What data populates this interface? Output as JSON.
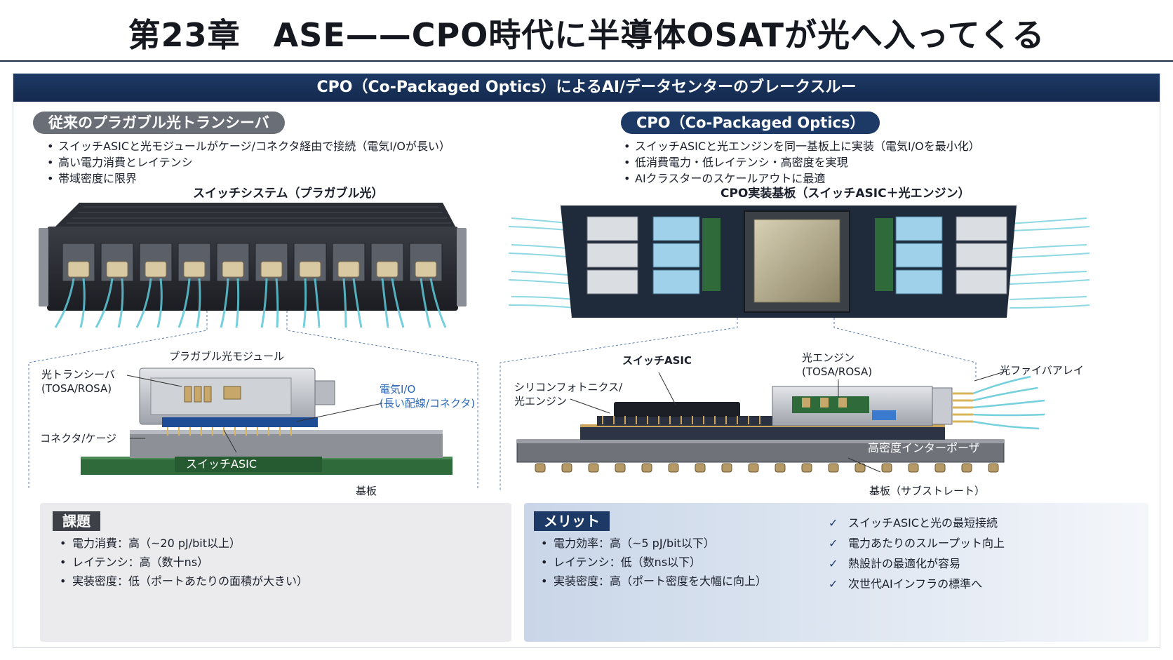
{
  "title": "第23章　ASE——CPO時代に半導体OSATが光へ入ってくる",
  "banner": "CPO（Co-Packaged Optics）によるAI/データセンターのブレークスルー",
  "left": {
    "heading": "従来のプラガブル光トランシーバ",
    "bullets": [
      "スイッチASICと光モジュールがケージ/コネクタ経由で接続（電気I/Oが長い）",
      "高い電力消費とレイテンシ",
      "帯域密度に限界"
    ],
    "system_caption": "スイッチシステム（プラガブル光）",
    "labels": {
      "module": "プラガブル光モジュール",
      "transceiver_1": "光トランシーバ",
      "transceiver_2": "(TOSA/ROSA)",
      "elec_io_1": "電気I/O",
      "elec_io_2": "(長い配線/コネクタ)",
      "connector": "コネクタ/ケージ",
      "asic": "スイッチASIC",
      "substrate": "基板"
    }
  },
  "right": {
    "heading": "CPO（Co-Packaged Optics）",
    "bullets": [
      "スイッチASICと光エンジンを同一基板上に実装（電気I/Oを最小化）",
      "低消費電力・低レイテンシ・高密度を実現",
      "AIクラスターのスケールアウトに最適"
    ],
    "board_caption": "CPO実装基板（スイッチASIC＋光エンジン）",
    "labels": {
      "asic": "スイッチASIC",
      "engine_1": "光エンジン",
      "engine_2": "(TOSA/ROSA)",
      "fiber_array": "光ファイバアレイ",
      "siph_1": "シリコンフォトニクス/",
      "siph_2": "光エンジン",
      "interposer": "高密度インターポーザ",
      "substrate": "基板（サブストレート）"
    }
  },
  "issues": {
    "tag": "課題",
    "items": [
      "電力消費：高（~20 pJ/bit以上）",
      "レイテンシ：高（数十ns）",
      "実装密度：低（ポートあたりの面積が大きい）"
    ]
  },
  "merits": {
    "tag": "メリット",
    "items": [
      "電力効率：高（~5 pJ/bit以下）",
      "レイテンシ：低（数ns以下）",
      "実装密度：高（ポート密度を大幅に向上）"
    ],
    "check_mark": "✓",
    "checks": [
      "スイッチASICと光の最短接続",
      "電力あたりのスループット向上",
      "熱設計の最適化が容易",
      "次世代AIインフラの標準へ"
    ]
  },
  "colors": {
    "navy": "#1d3a66",
    "fiber": "#5ec8d8",
    "pcb_green": "#2f6b3a",
    "pcb_dark": "#1f2a3a",
    "accent_blue": "#2a66b5"
  }
}
